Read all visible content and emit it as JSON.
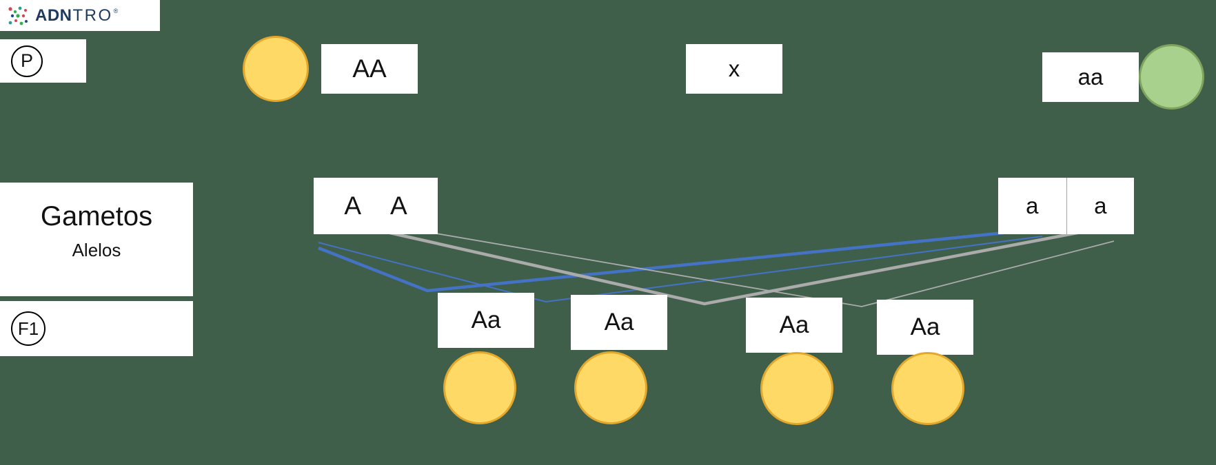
{
  "colors": {
    "background": "#3F5F4B",
    "box_bg": "#FFFFFF",
    "text": "#121212",
    "yellow_fill": "#FFD966",
    "yellow_stroke": "#E3A82B",
    "green_fill": "#A9D18E",
    "green_stroke": "#7FA35C",
    "line_blue": "#4472C4",
    "line_gray": "#ABABAB",
    "logo_navy": "#1E3A5C",
    "badge_border": "#000000"
  },
  "logo": {
    "brand_bold": "ADN",
    "brand_light": "TRO",
    "registered_mark": "®"
  },
  "labels": {
    "parental_generation": "P",
    "f1_generation": "F1",
    "gametes_title": "Gametos",
    "gametes_subtitle": "Alelos",
    "cross_symbol": "x"
  },
  "parents": {
    "left_genotype": "AA",
    "right_genotype": "aa"
  },
  "gametes": {
    "left_alleles": [
      "A",
      "A"
    ],
    "right_alleles": [
      "a",
      "a"
    ]
  },
  "offspring": {
    "genotypes": [
      "Aa",
      "Aa",
      "Aa",
      "Aa"
    ]
  }
}
